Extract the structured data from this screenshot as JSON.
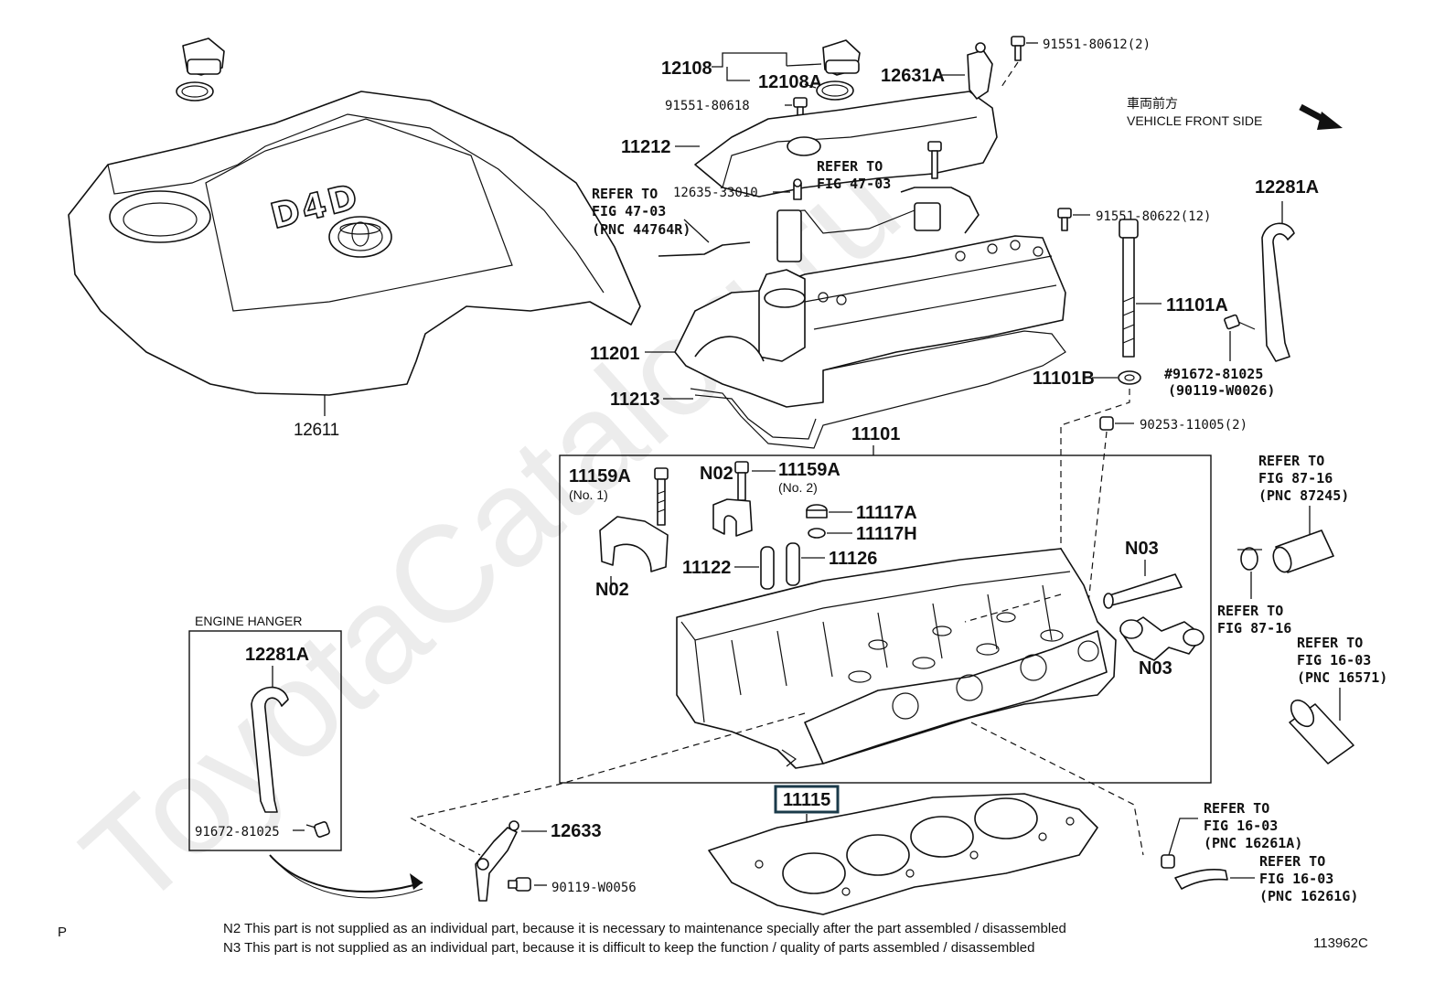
{
  "watermark": "ToyotaCatalog.ru",
  "logo_text": "D4D",
  "orientation": {
    "jp_label": "車両前方",
    "en_label": "VEHICLE FRONT SIDE"
  },
  "labels": {
    "p12108": "12108",
    "p12108A": "12108A",
    "p91551_80618": "91551-80618",
    "p11212": "11212",
    "p12631A": "12631A",
    "p91551_80612": "91551-80612(2)",
    "ref_fig4703_a_l1": "REFER TO",
    "ref_fig4703_a_l2": "FIG 47-03",
    "ref_fig4703_a_l3": "(PNC 44764R)",
    "p12635_33010": "12635-33010",
    "ref_fig4703_b_l1": "REFER TO",
    "ref_fig4703_b_l2": "FIG 47-03",
    "p91551_80622": "91551-80622(12)",
    "p12281A_top": "12281A",
    "p11201": "11201",
    "p11213": "11213",
    "p11101A": "11101A",
    "p11101B": "11101B",
    "p91672_81025_top_l1": "#91672-81025",
    "p91672_81025_top_l2": "(90119-W0026)",
    "p12611": "12611",
    "p11101": "11101",
    "p90253_11005": "90253-11005(2)",
    "p11159A_1": "11159A",
    "p11159A_1_sub": "(No. 1)",
    "p11159A_2": "11159A",
    "p11159A_2_sub": "(No. 2)",
    "pN02_a": "N02",
    "pN02_b": "N02",
    "p11117A": "11117A",
    "p11117H": "11117H",
    "p11122": "11122",
    "p11126": "11126",
    "pN03_a": "N03",
    "pN03_b": "N03",
    "ref_fig8716_a_l1": "REFER TO",
    "ref_fig8716_a_l2": "FIG 87-16",
    "ref_fig8716_a_l3": "(PNC 87245)",
    "ref_fig8716_b_l1": "REFER TO",
    "ref_fig8716_b_l2": "FIG 87-16",
    "ref_fig1603_a_l1": "REFER TO",
    "ref_fig1603_a_l2": "FIG 16-03",
    "ref_fig1603_a_l3": "(PNC 16571)",
    "engine_hanger_title": "ENGINE HANGER",
    "p12281A_box": "12281A",
    "p91672_81025_box": "91672-81025",
    "p11115": "11115",
    "p12633": "12633",
    "p90119_W0056": "90119-W0056",
    "ref_fig1603_b_l1": "REFER TO",
    "ref_fig1603_b_l2": "FIG 16-03",
    "ref_fig1603_b_l3": "(PNC 16261A)",
    "ref_fig1603_c_l1": "REFER TO",
    "ref_fig1603_c_l2": "FIG 16-03",
    "ref_fig1603_c_l3": "(PNC 16261G)"
  },
  "footer": {
    "page_marker": "P",
    "note_n2": "N2  This part is not supplied as an individual part, because it is necessary to maintenance specially after the part assembled / disassembled",
    "note_n3": "N3  This part is not supplied as an individual part, because it is difficult to keep the function / quality of parts  assembled / disassembled",
    "figure_code": "113962C"
  }
}
